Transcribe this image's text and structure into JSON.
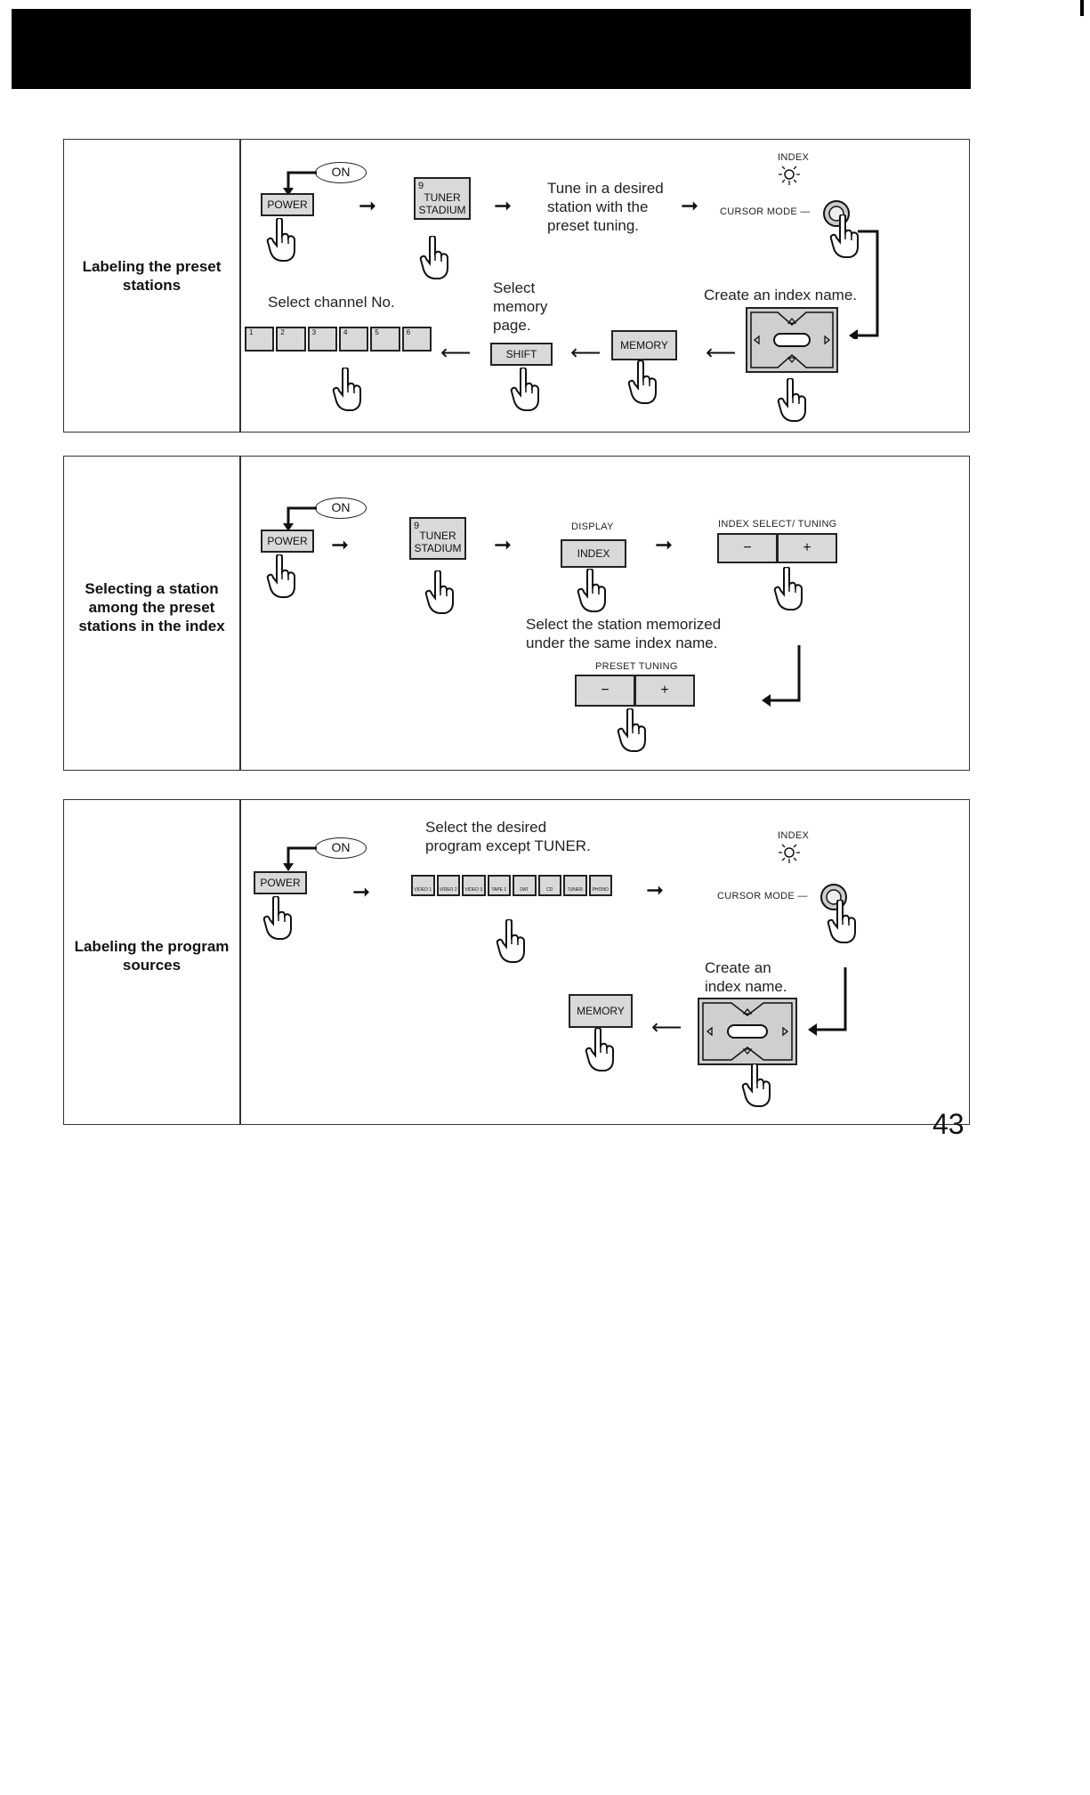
{
  "page_number": "43",
  "sections": [
    {
      "title": "Labeling the preset\nstations",
      "on_label": "ON",
      "power": "POWER",
      "tuner_num": "9",
      "tuner": "TUNER\nSTADIUM",
      "step_tune": "Tune in a desired\nstation with the\npreset tuning.",
      "index_label": "INDEX",
      "cursor_mode": "CURSOR MODE —",
      "step_create": "Create an index name.",
      "memory": "MEMORY",
      "step_select_page": "Select\nmemory\npage.",
      "shift": "SHIFT",
      "step_channel": "Select channel No.",
      "channels": [
        "1",
        "2",
        "3",
        "4",
        "5",
        "6"
      ]
    },
    {
      "title": "Selecting a station\namong the preset\nstations in the index",
      "on_label": "ON",
      "power": "POWER",
      "tuner_num": "9",
      "tuner": "TUNER\nSTADIUM",
      "display_label": "DISPLAY",
      "index": "INDEX",
      "index_select_label": "INDEX SELECT/ TUNING",
      "minus": "−",
      "plus": "+",
      "step_select": "Select the station memorized\nunder the same index name.",
      "preset_tuning_label": "PRESET TUNING"
    },
    {
      "title": "Labeling the program\nsources",
      "on_label": "ON",
      "power": "POWER",
      "step_select": "Select the desired\nprogram except TUNER.",
      "sources": [
        "VIDEO 1",
        "VIDEO 2",
        "VIDEO 3",
        "TAPE 1",
        "DAT",
        "CD",
        "TUNER",
        "PHONO"
      ],
      "index_label": "INDEX",
      "cursor_mode": "CURSOR MODE —",
      "step_create": "Create an\nindex name.",
      "memory": "MEMORY"
    }
  ]
}
